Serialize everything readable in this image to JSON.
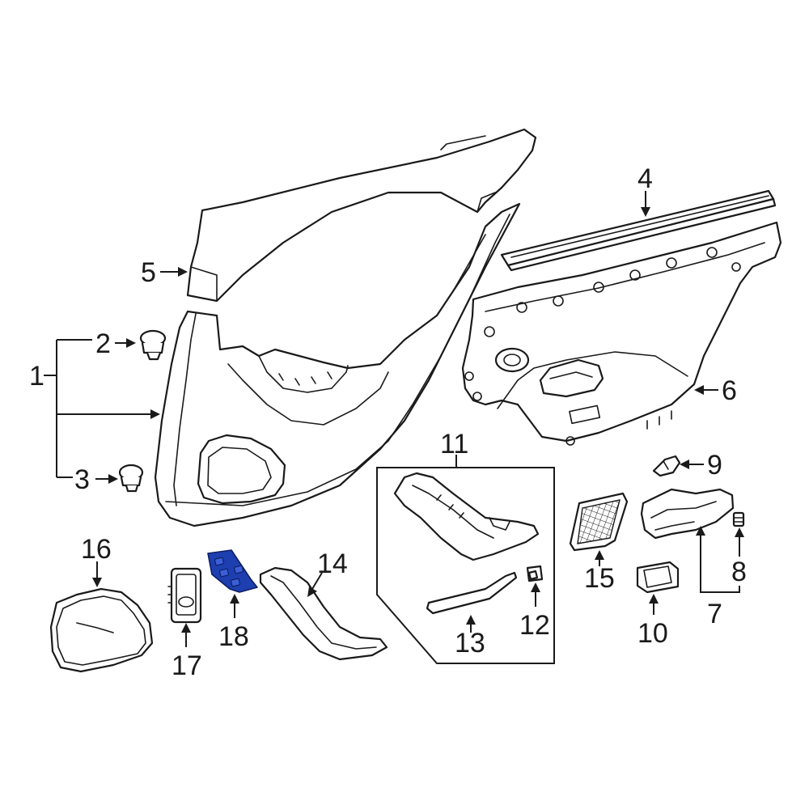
{
  "diagram": {
    "callouts": [
      {
        "id": "1",
        "label": "1"
      },
      {
        "id": "2",
        "label": "2"
      },
      {
        "id": "3",
        "label": "3"
      },
      {
        "id": "4",
        "label": "4"
      },
      {
        "id": "5",
        "label": "5"
      },
      {
        "id": "6",
        "label": "6"
      },
      {
        "id": "7",
        "label": "7"
      },
      {
        "id": "8",
        "label": "8"
      },
      {
        "id": "9",
        "label": "9"
      },
      {
        "id": "10",
        "label": "10"
      },
      {
        "id": "11",
        "label": "11"
      },
      {
        "id": "12",
        "label": "12"
      },
      {
        "id": "13",
        "label": "13"
      },
      {
        "id": "14",
        "label": "14"
      },
      {
        "id": "15",
        "label": "15"
      },
      {
        "id": "16",
        "label": "16"
      },
      {
        "id": "17",
        "label": "17"
      },
      {
        "id": "18",
        "label": "18"
      }
    ],
    "colors": {
      "line": "#1a1a1a",
      "background": "#ffffff",
      "highlight": "#1e3fb0"
    },
    "highlighted_part": "18"
  }
}
